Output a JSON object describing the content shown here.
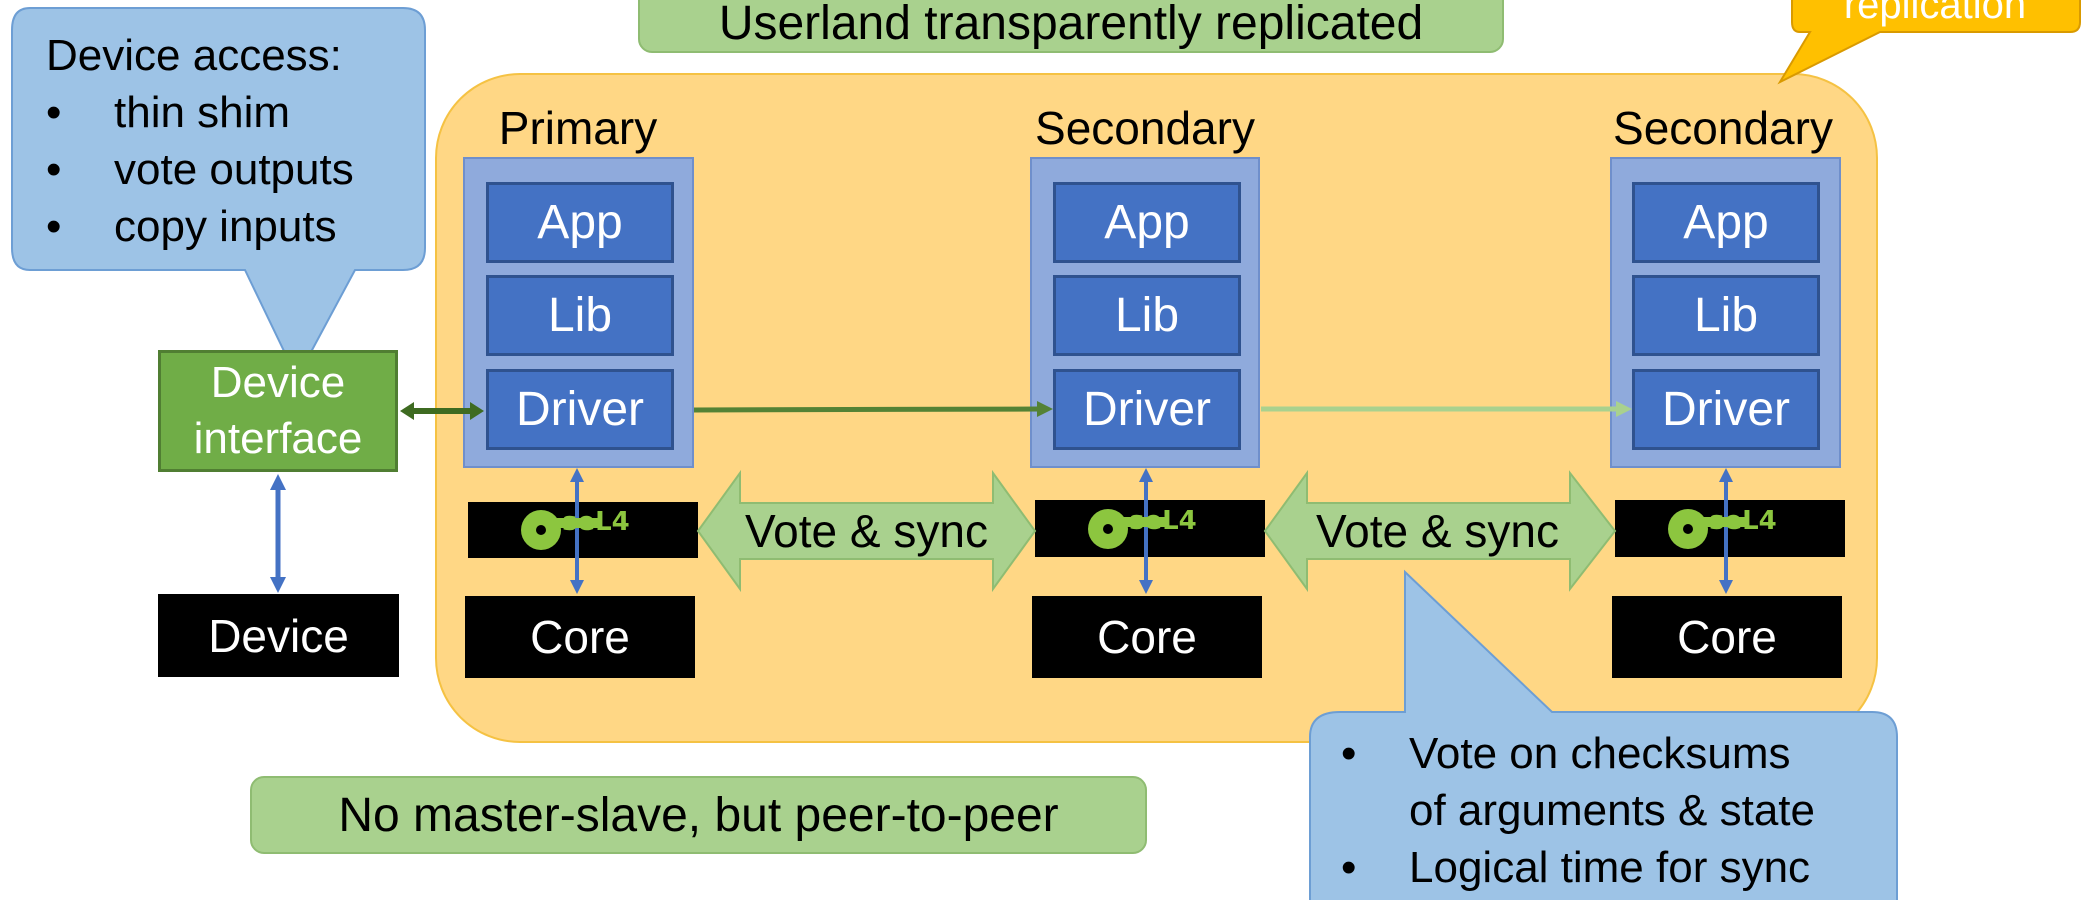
{
  "header_title": "Userland transparently replicated",
  "corner_callout": "replication",
  "device_access": {
    "title": "Device access:",
    "items": [
      "thin shim",
      "vote outputs",
      "copy inputs"
    ]
  },
  "device_interface": {
    "line1": "Device",
    "line2": "interface"
  },
  "device": "Device",
  "replicas": [
    {
      "role": "Primary",
      "app": "App",
      "lib": "Lib",
      "driver": "Driver",
      "kernel": "seL4",
      "core": "Core"
    },
    {
      "role": "Secondary",
      "app": "App",
      "lib": "Lib",
      "driver": "Driver",
      "kernel": "seL4",
      "core": "Core"
    },
    {
      "role": "Secondary",
      "app": "App",
      "lib": "Lib",
      "driver": "Driver",
      "kernel": "seL4",
      "core": "Core"
    }
  ],
  "vote_sync": [
    "Vote & sync",
    "Vote & sync"
  ],
  "peer_note": "No master-slave, but peer-to-peer",
  "vote_callout": {
    "items": [
      "Vote on checksums of arguments & state",
      "Logical time for sync"
    ],
    "item1_line1": "Vote on checksums",
    "item1_line2": "of arguments & state"
  },
  "colors": {
    "region": "#ffd785",
    "stack": "#8faadc",
    "block": "#4472c4",
    "callout": "#9dc3e6",
    "device_interface": "#70ad47",
    "label_green": "#a9d18e",
    "sel4_green": "#8cc63f",
    "corner_callout": "#ffc000"
  }
}
